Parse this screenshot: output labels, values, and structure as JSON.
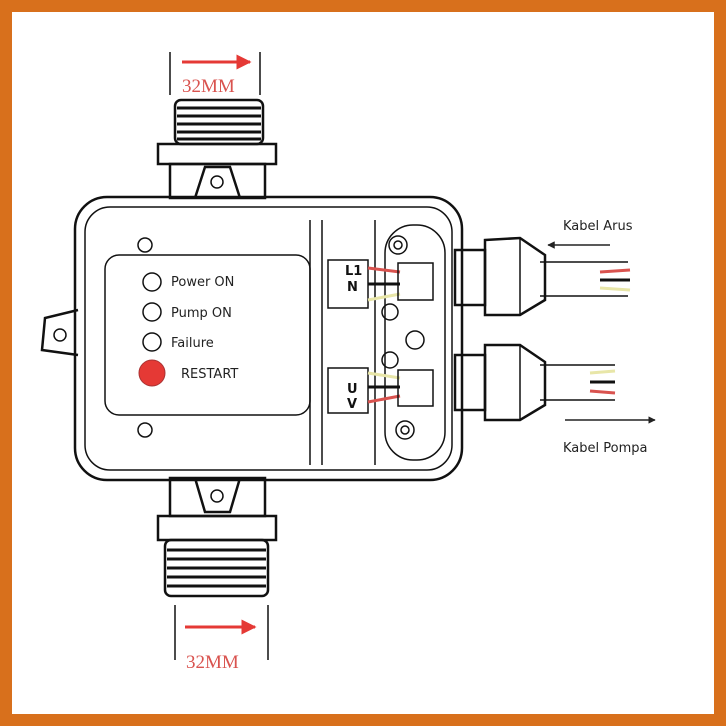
{
  "dimension_top": "32MM",
  "dimension_bottom": "32MM",
  "indicators": [
    {
      "label": "Power ON"
    },
    {
      "label": "Pump ON"
    },
    {
      "label": "Failure"
    },
    {
      "label": "RESTART",
      "color": "#e53935"
    }
  ],
  "terminals_input": [
    "L1",
    "N"
  ],
  "terminals_output": [
    "U",
    "V"
  ],
  "cable_in_label": "Kabel Arus",
  "cable_out_label": "Kabel Pompa",
  "colors": {
    "border": "#d8701c",
    "arrow": "#e53935",
    "wire_red": "#d9534f",
    "wire_yellow": "#e8e6a8"
  }
}
